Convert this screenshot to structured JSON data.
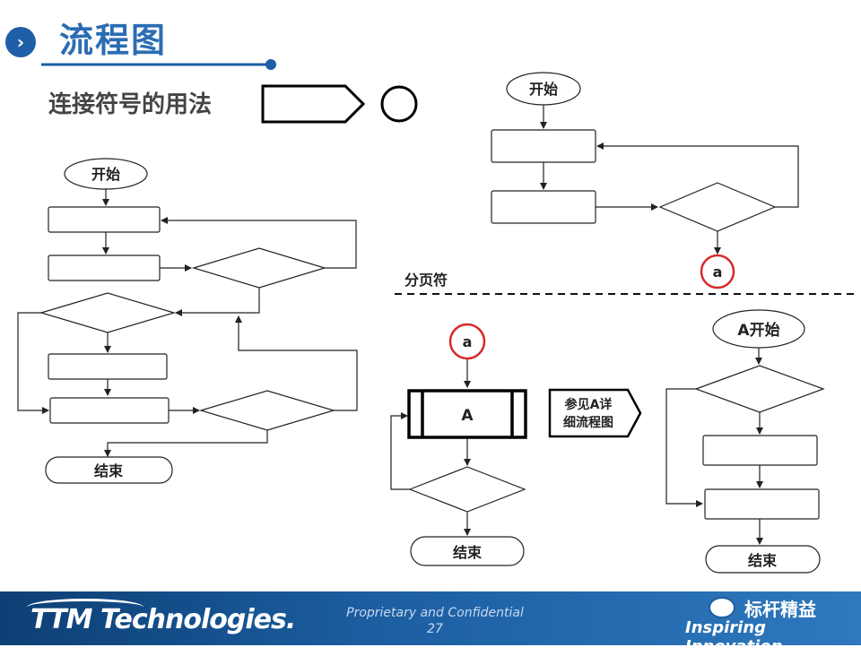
{
  "header": {
    "title": "流程图",
    "chevron": "›",
    "icon": "chevron-right-icon",
    "accent_color": "#2b6db3"
  },
  "section": {
    "subtitle": "连接符号的用法"
  },
  "labels": {
    "start": "开始",
    "end": "结束",
    "connector_a": "a",
    "page_break": "分页符",
    "process_a": "A",
    "a_start": "A开始",
    "offpage_ref_line1": "参见A详",
    "offpage_ref_line2": "细流程图"
  },
  "colors": {
    "connector_highlight": "#d62a2a",
    "footer_blue": "#1c5fa2"
  },
  "footer": {
    "logo": "TTM Technologies.",
    "confidential": "Proprietary and Confidential",
    "page_number": "27",
    "account_name": "标杆精益",
    "slogan": "Inspiring Innovation",
    "wechat_icon": "wechat-icon"
  }
}
